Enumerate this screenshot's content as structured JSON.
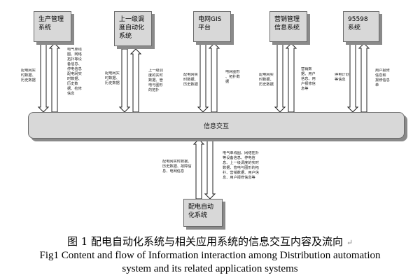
{
  "systems": [
    {
      "key": "sys1",
      "label": "生产管理\n系统"
    },
    {
      "key": "sys2",
      "label": "上一级调\n度自动化\n系统"
    },
    {
      "key": "sys3",
      "label": "电网GIS\n平台"
    },
    {
      "key": "sys4",
      "label": "营销管理\n信息系统"
    },
    {
      "key": "sys5",
      "label": "95598\n系统"
    }
  ],
  "bus_label": "信息交互",
  "bottom_system": "配电自动\n化系统",
  "notes": {
    "sys1_out": "配电网实\n时数据、\n历史数据",
    "sys1_in": "电气单线\n图、网络\n拓扑等设\n备信息、\n停电信息\n配电网实\n时数据、\n历史数\n据、检修\n信息",
    "sys2_out": "配电网实\n时数据、\n历史数据",
    "sys2_in": "上一级调\n度的实时\n数据、管\n电与图形\n的拓扑",
    "sys3_out": "配电网实\n时数据、\n历史数据",
    "sys3_in": "电网图形\n、拓扑数\n据",
    "sys4_out": "配电网实\n时数据、\n历史数据",
    "sys4_in": "营销数\n据、用户\n信息、用\n户报修信\n息等",
    "sys5_out": "停电计划\n等信息",
    "sys5_in": "用户报修\n信息和\n报修信息\n单",
    "bottom_out": "配电网实时数据、\n历史数据、故障信\n息、电网信息",
    "bottom_in": "电气单线图、网络拓扑\n等设备信息、停电信\n息、上一级调度的实时\n数据、管电与图形的拓\n扑、营销数据、用户信\n息、用户报修信息等"
  },
  "caption": {
    "zh": "图 1 配电自动化系统与相关应用系统的信息交互内容及流向",
    "en": "Fig1 Content and flow of Information interaction among Distribution automation\nsystem and its related application systems",
    "mark": "↵"
  }
}
